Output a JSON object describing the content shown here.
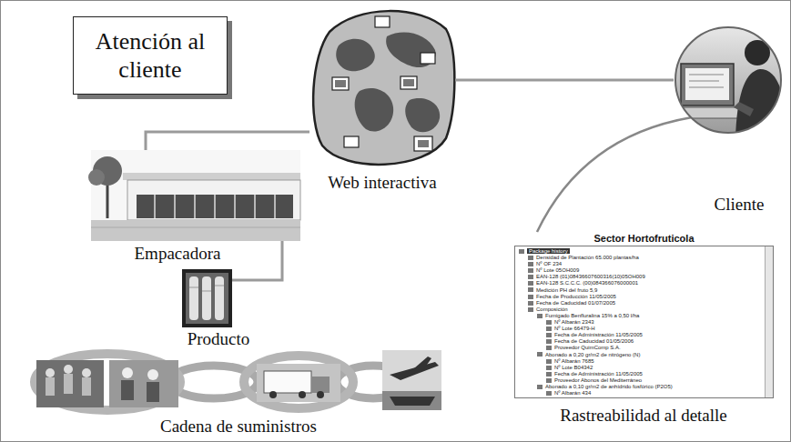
{
  "diagram": {
    "title": "Atención al cliente",
    "nodes": [
      {
        "text": [
          "Web interactiva"
        ]
      },
      {
        "text": [
          "Empacadora"
        ]
      },
      {
        "text": [
          "Producto"
        ]
      },
      {
        "text": [
          "Cliente"
        ]
      },
      {
        "text": [
          "Sector Hortofruticola",
          "Package history",
          "Densidad de Plantación 65.000 plantas/ha",
          "Nº OF 234",
          "Nº Lote 05OH009",
          "EAN-128 (01)08436607600316(10)05OH009",
          "EAN-128 S.C.C.C. (00)084366076000001",
          "Medición PH del fruto 5,9",
          "Fecha de Producción 11/05/2005",
          "Fecha de Caducidad 01/07/2005",
          "Composición",
          "Fumigado Benfluralina 15% a 0,50 l/ha",
          "Nº Albarán 2343",
          "Nº Lote 66479-H",
          "Fecha de Administración 11/05/2005",
          "Fecha de Caducidad 01/05/2006",
          "Proveedor QuimComp S.A.",
          "Abonado a 0,20 gr/m2 de nitrógeno (N)",
          "Nº Albarán 7685",
          "Nº Lote B04342",
          "Fecha de Administración 11/05/2005",
          "Proveedor Abonos del Mediterráneo",
          "Abonado a 0,10 gr/m2 de anhídrido fosfórico (P2O5)",
          "Nº Albarán 434",
          "Rastreabilidad al detalle"
        ]
      },
      {
        "text": [
          "Cadena de suministros"
        ]
      }
    ],
    "edges": [
      {
        "from": 1,
        "to": 0,
        "arrow": "none"
      },
      {
        "from": 2,
        "to": 1,
        "arrow": "none"
      },
      {
        "from": 0,
        "to": 3,
        "arrow": "none"
      },
      {
        "from": 3,
        "to": 4,
        "arrow": "to"
      }
    ]
  }
}
